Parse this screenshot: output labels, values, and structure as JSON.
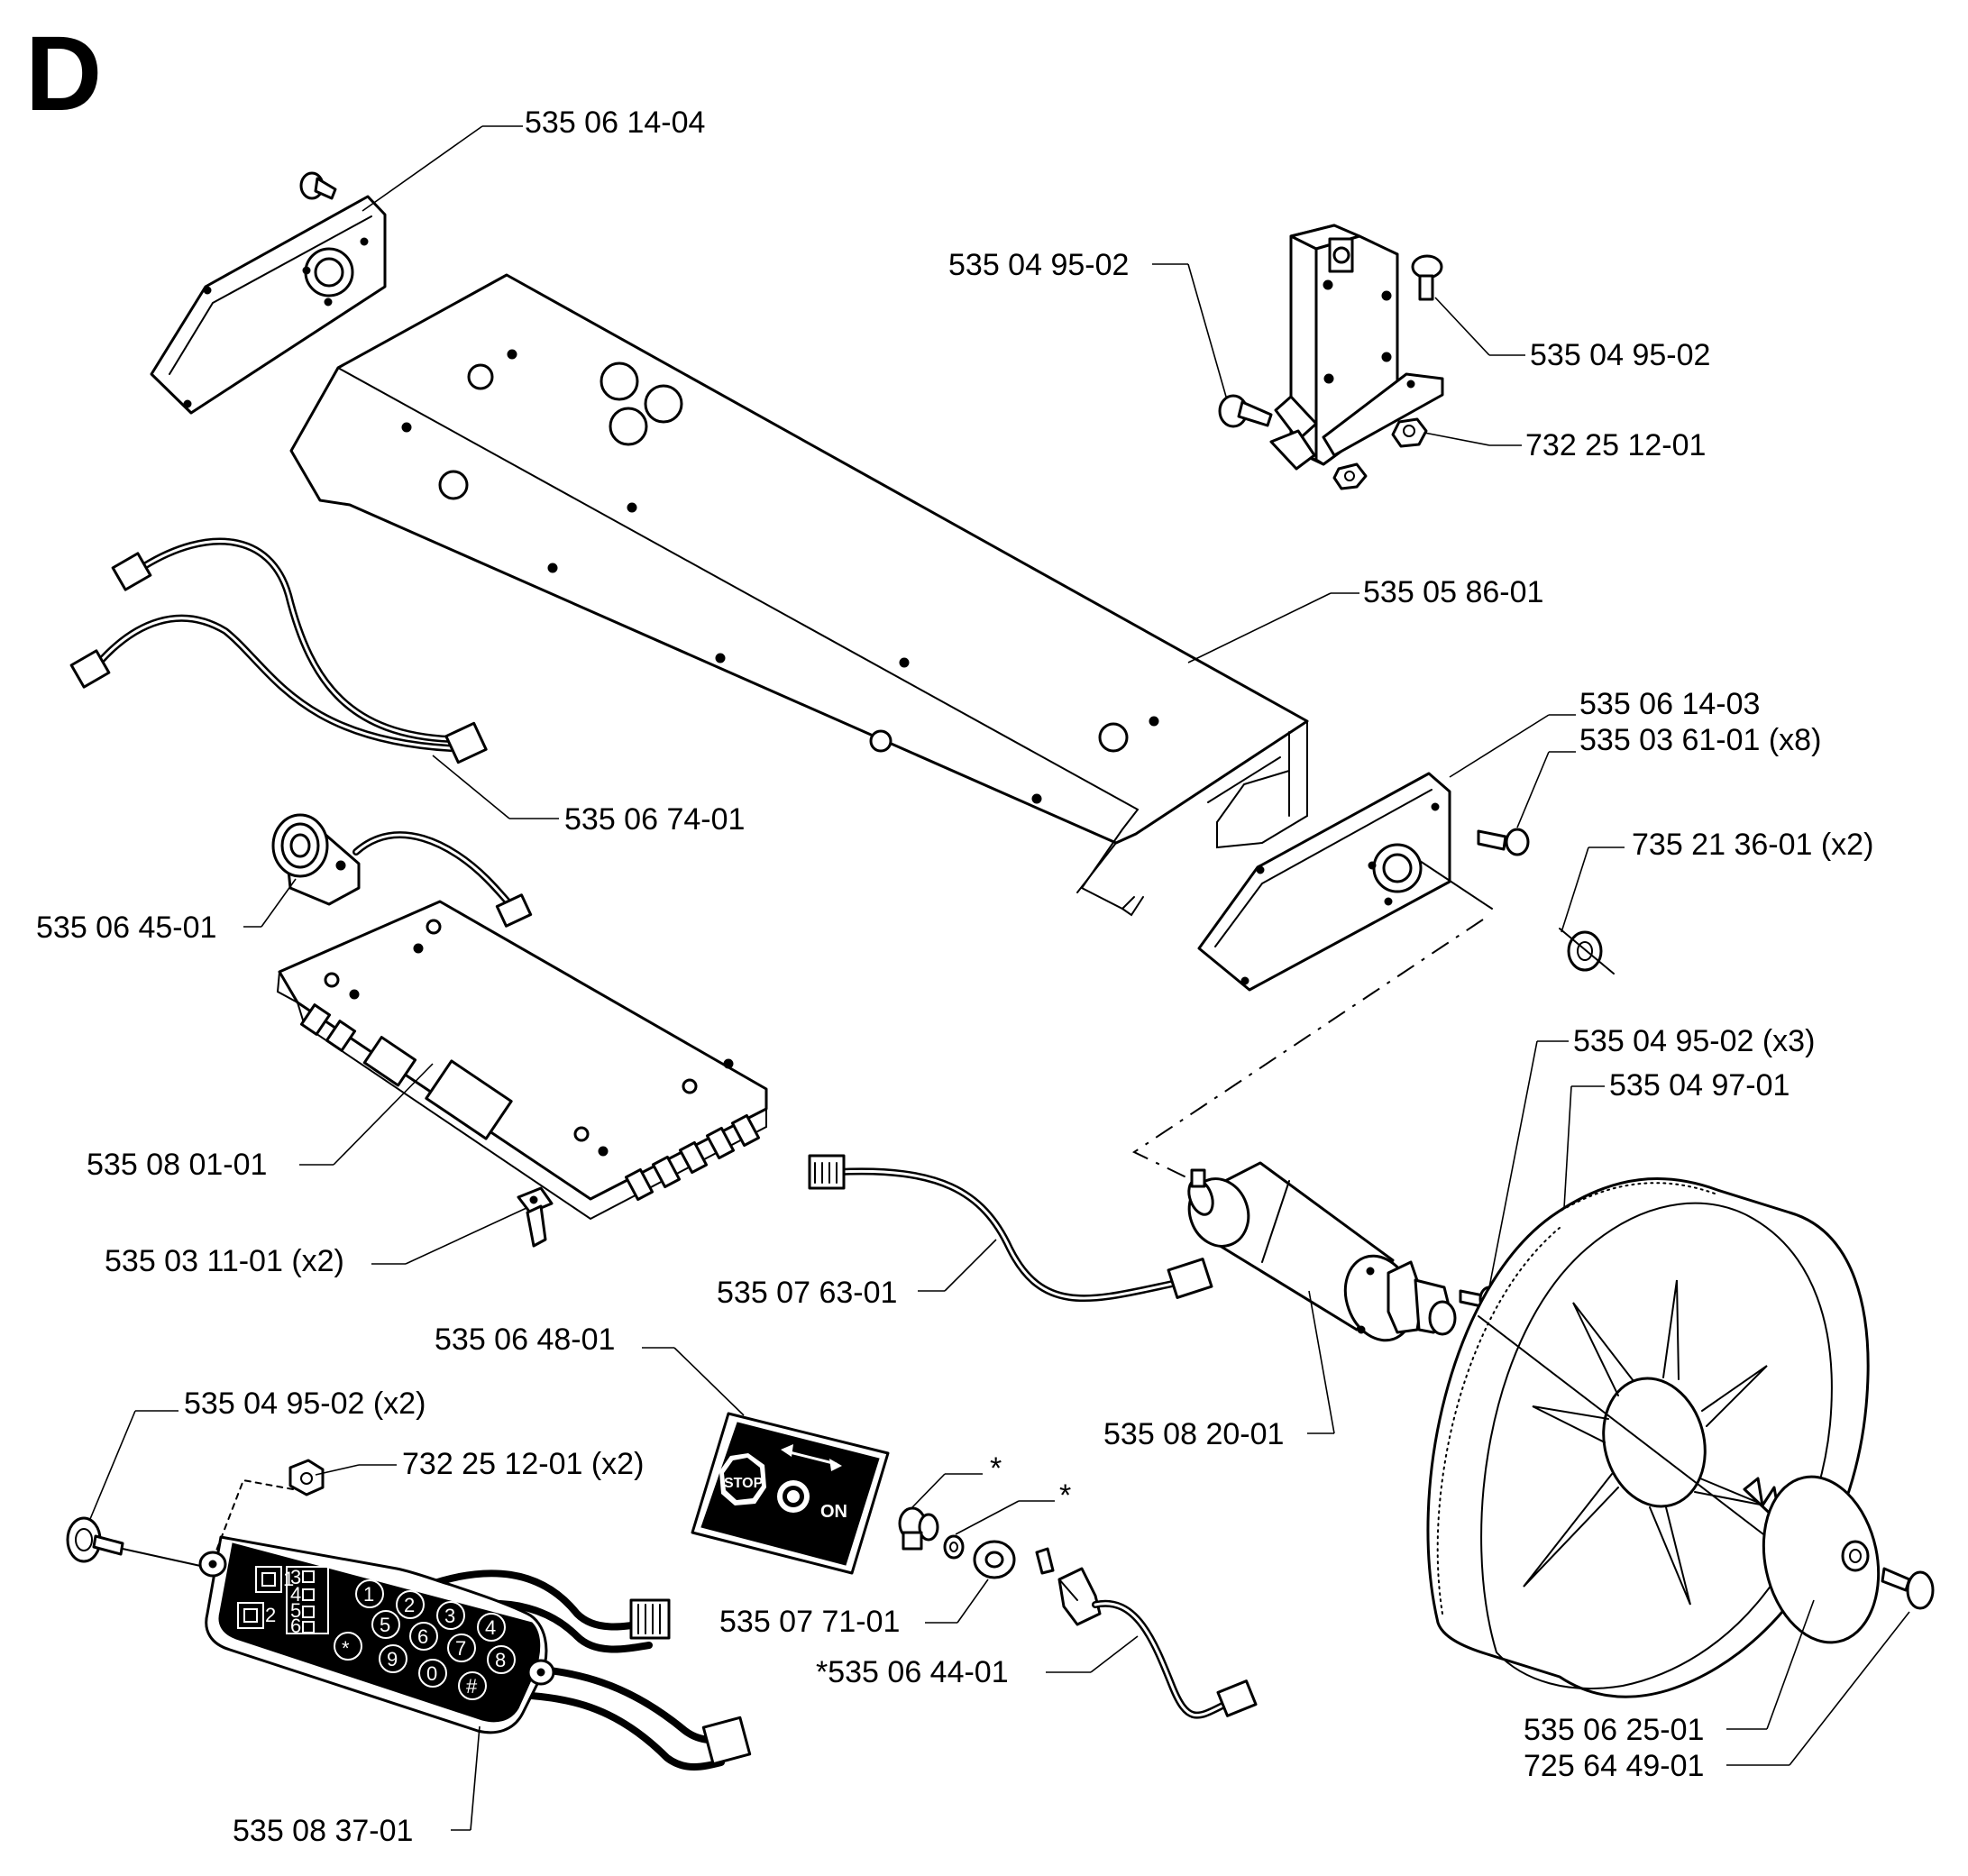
{
  "section": {
    "letter": "D"
  },
  "labels": {
    "end_plate_left": "535 06 14-04",
    "screw_bracket_left": "535 04 95-02",
    "screw_bracket_right": "535 04 95-02",
    "nut_bracket": "732 25 12-01",
    "housing": "535 05 86-01",
    "end_plate_right": "535 06 14-03",
    "screw_x8": "535 03 61-01 (x8)",
    "washer_x2": "735 21 36-01 (x2)",
    "cable_harness": "535 06 74-01",
    "connector": "535 06 45-01",
    "circuit_board": "535 08 01-01",
    "clip_x2": "535 03 11-01 (x2)",
    "screw_x3": "535 04 95-02 (x3)",
    "wheel": "535 04 97-01",
    "motor_cable": "535 07 63-01",
    "decal": "535 06 48-01",
    "motor": "535 08 20-01",
    "screw_keypad_x2": "535 04 95-02 (x2)",
    "nut_keypad_x2": "732 25 12-01 (x2)",
    "switch_mark_1": "*",
    "switch_mark_2": "*",
    "spacer": "535 07 71-01",
    "switch": "*535 06 44-01",
    "hub_cap": "535 06 25-01",
    "hub_screw": "725 64 49-01",
    "keypad": "535 08 37-01"
  },
  "decal": {
    "stop": "STOP",
    "on": "ON"
  },
  "keypad": {
    "side_keys": [
      "1",
      "2",
      "3",
      "4",
      "5",
      "6"
    ],
    "number_keys": [
      "1",
      "2",
      "3",
      "4",
      "5",
      "6",
      "7",
      "8",
      "9",
      "0",
      "*",
      "#"
    ]
  }
}
